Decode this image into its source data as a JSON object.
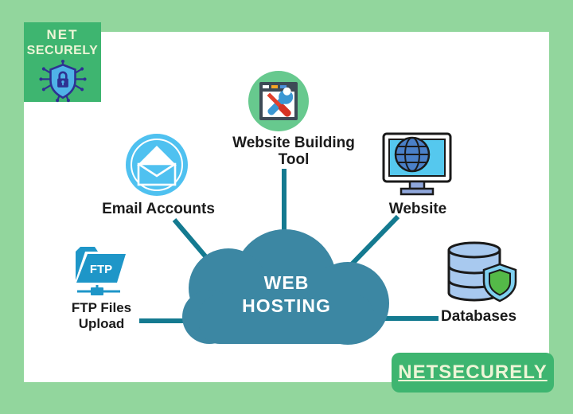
{
  "page": {
    "background": "#92d69d",
    "panel_bg": "#ffffff"
  },
  "brand": {
    "logo": {
      "line1": "NET",
      "line2": "SECURELY",
      "bg": "#3eb570",
      "text_color": "#edf5d6"
    },
    "badge": {
      "text": "NETSECURELY",
      "bg": "#3eb570",
      "text_color": "#edf5d6"
    }
  },
  "diagram": {
    "center": {
      "line1": "WEB",
      "line2": "HOSTING",
      "cloud_color": "#3c87a3",
      "text_color": "#ffffff"
    },
    "connector_color": "#147a90",
    "nodes": {
      "website_building_tool": {
        "label_line1": "Website Building",
        "label_line2": "Tool",
        "icon": "browser-tools-icon"
      },
      "email_accounts": {
        "label": "Email Accounts",
        "icon": "envelope-icon"
      },
      "website": {
        "label": "Website",
        "icon": "monitor-globe-icon"
      },
      "ftp": {
        "label_line1": "FTP Files",
        "label_line2": "Upload",
        "icon": "ftp-folder-icon",
        "icon_text": "FTP"
      },
      "databases": {
        "label": "Databases",
        "icon": "database-shield-icon"
      }
    }
  }
}
